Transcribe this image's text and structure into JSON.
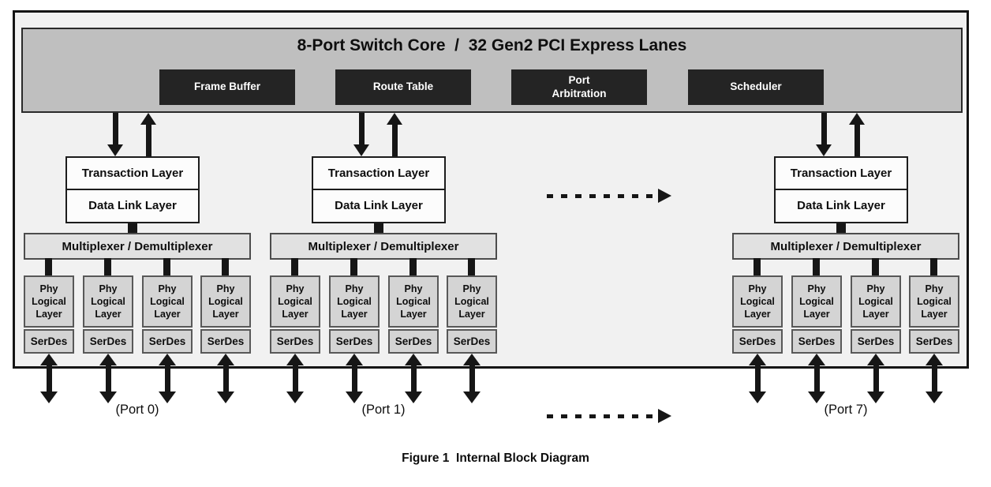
{
  "diagram": {
    "core": {
      "title": "8-Port Switch Core  /  32 Gen2 PCI Express Lanes",
      "blocks": [
        {
          "label": "Frame Buffer"
        },
        {
          "label": "Route Table"
        },
        {
          "label": "Port\nArbitration"
        },
        {
          "label": "Scheduler"
        }
      ]
    },
    "layer_labels": {
      "transaction": "Transaction Layer",
      "data_link": "Data Link Layer",
      "mux": "Multiplexer / Demultiplexer",
      "phy": "Phy\nLogical\nLayer",
      "serdes": "SerDes"
    },
    "ports": [
      {
        "label": "(Port 0)"
      },
      {
        "label": "(Port 1)"
      },
      {
        "label": "(Port 7)"
      }
    ],
    "caption": "Figure 1  Internal Block Diagram",
    "colors": {
      "core_bar_fill": "#bfbfbf",
      "core_block_fill": "#242424",
      "core_block_text": "#ffffff",
      "outer_fill": "#f1f1f1",
      "layer_box_fill": "#fcfcfc",
      "mux_fill": "#e1e1e1",
      "phy_fill": "#d4d4d4",
      "arrow": "#161616"
    }
  }
}
